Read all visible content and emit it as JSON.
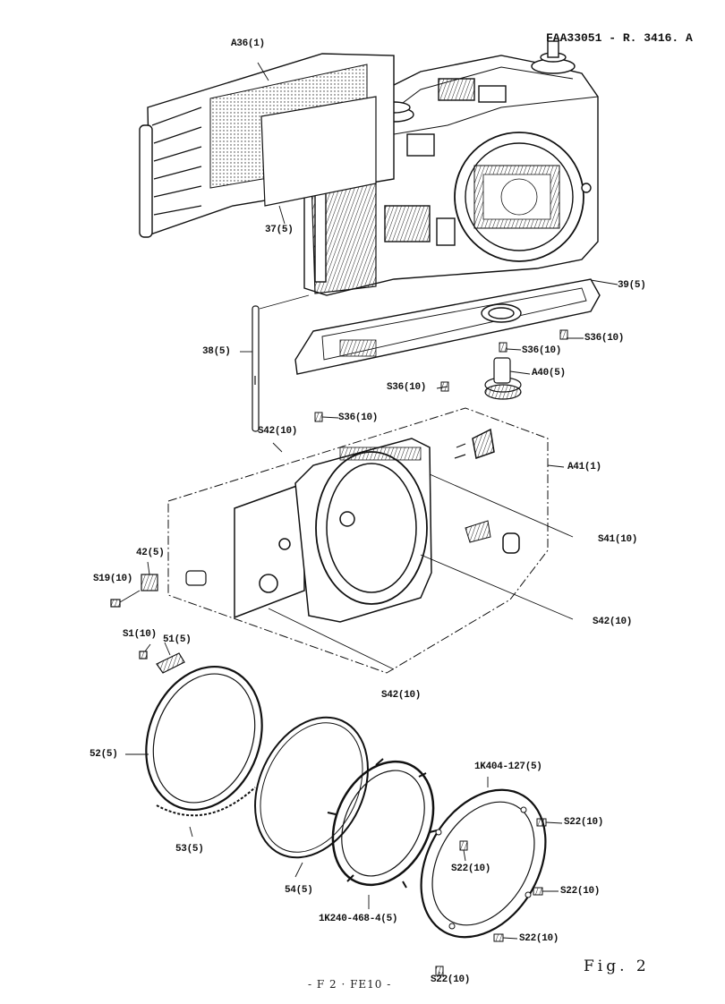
{
  "header": {
    "code": "FAA33051 - R. 3416. A"
  },
  "callouts": {
    "a36": "A36(1)",
    "p37": "37(5)",
    "p38": "38(5)",
    "p39": "39(5)",
    "s36a": "S36(10)",
    "s36b": "S36(10)",
    "s36c": "S36(10)",
    "s36d": "S36(10)",
    "a40": "A40(5)",
    "s42a": "S42(10)",
    "a41": "A41(1)",
    "s41": "S41(10)",
    "p42": "42(5)",
    "s19": "S19(10)",
    "s42b": "S42(10)",
    "s1": "S1(10)",
    "p51": "51(5)",
    "s42c": "S42(10)",
    "p52": "52(5)",
    "k404": "1K404-127(5)",
    "s22a": "S22(10)",
    "s22b": "S22(10)",
    "p53": "53(5)",
    "s22c": "S22(10)",
    "p54": "54(5)",
    "k240": "1K240-468-4(5)",
    "s22d": "S22(10)",
    "s22e": "S22(10)"
  },
  "footer": {
    "page": "- F 2 · FE10 -",
    "figure": "Fig. 2"
  }
}
